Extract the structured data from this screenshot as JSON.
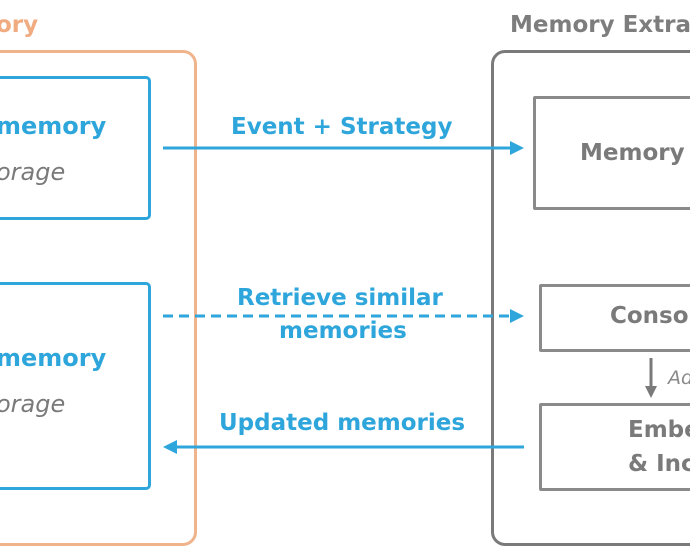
{
  "left_group": {
    "title": "ory",
    "box1": {
      "title": "memory",
      "subtitle": "orage"
    },
    "box2": {
      "title": "memory",
      "subtitle": "orage"
    }
  },
  "right_group": {
    "title": "Memory Extra",
    "box1": {
      "label": "Memory"
    },
    "box2": {
      "label": "Conso"
    },
    "box3": {
      "label_line1": "Embe",
      "label_line2": "& Inc"
    },
    "arrow_note": "Ad"
  },
  "arrows": {
    "event_strategy": "Event + Strategy",
    "retrieve_line1": "Retrieve similar",
    "retrieve_line2": "memories",
    "updated": "Updated memories"
  },
  "colors": {
    "blue": "#2ea6db",
    "orange": "#f0b48d",
    "gray": "#7a7a7a"
  }
}
